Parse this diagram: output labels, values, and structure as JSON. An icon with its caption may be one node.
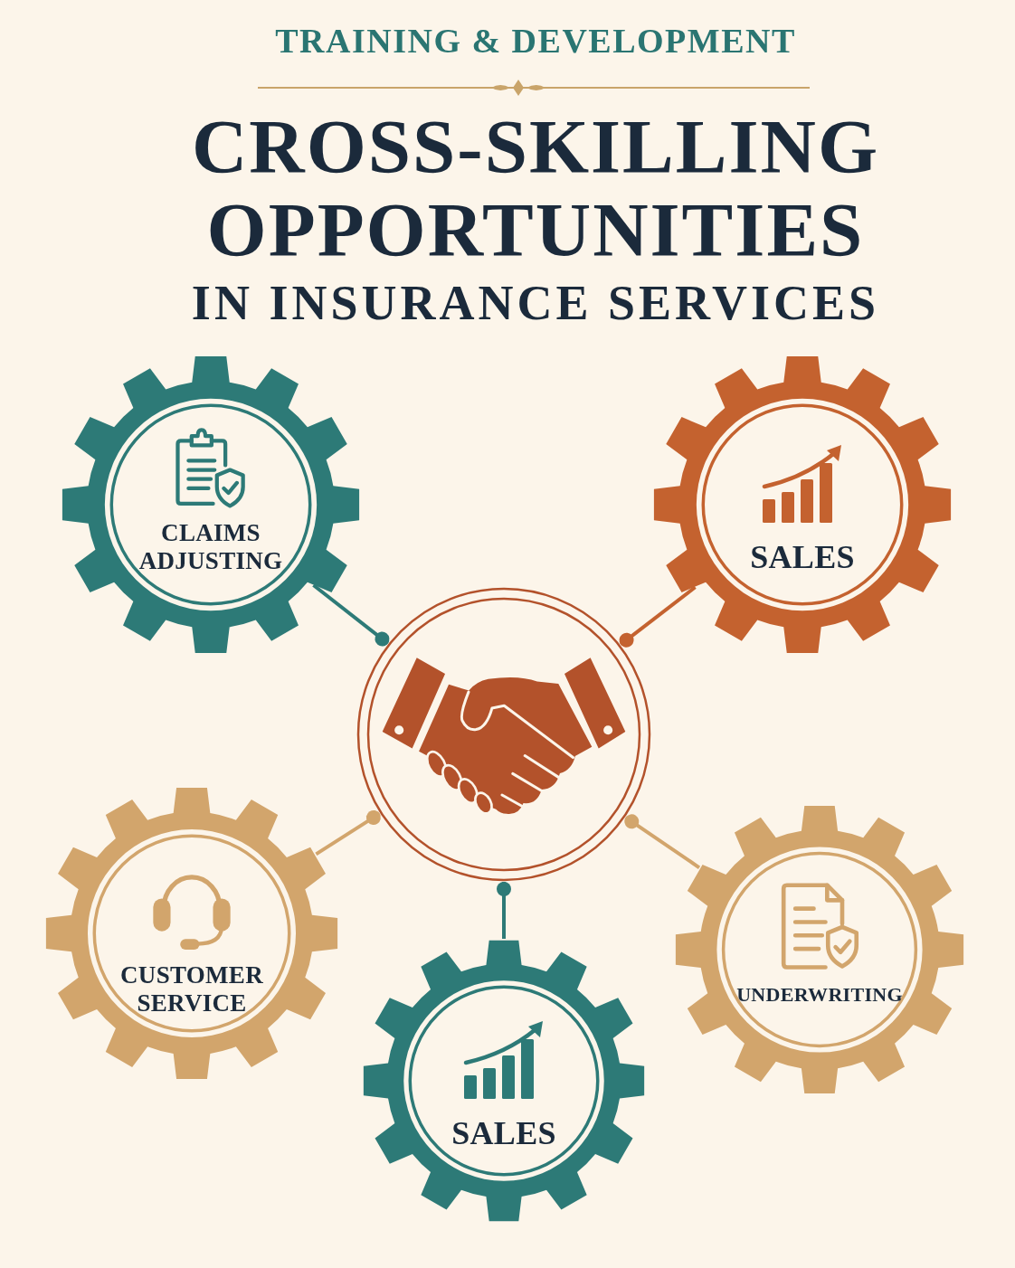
{
  "diagram": {
    "title": "CROSS-SKILLING OPPORTUNITIES",
    "nodes": [
      {
        "text": [
          "CLAIMS ADJUSTING"
        ]
      },
      {
        "text": [
          "SALES"
        ]
      },
      {
        "text": [],
        "shape": "circle"
      },
      {
        "text": [
          "CUSTOMER SERVICE"
        ]
      },
      {
        "text": [
          "SALES"
        ]
      },
      {
        "text": [
          "UNDERWRITING"
        ]
      }
    ],
    "edges": [
      {
        "from": 0,
        "to": 2,
        "arrow": "other",
        "color": "#2d7a77"
      },
      {
        "from": 1,
        "to": 2,
        "arrow": "other",
        "color": "#c4622f"
      },
      {
        "from": 3,
        "to": 2,
        "arrow": "other",
        "color": "#d2a56c"
      },
      {
        "from": 4,
        "to": 2,
        "arrow": "other",
        "color": "#2d7a77"
      },
      {
        "from": 5,
        "to": 2,
        "arrow": "other",
        "color": "#d2a56c"
      }
    ],
    "labels": [
      "TRAINING & DEVELOPMENT",
      "IN INSURANCE SERVICES"
    ]
  }
}
